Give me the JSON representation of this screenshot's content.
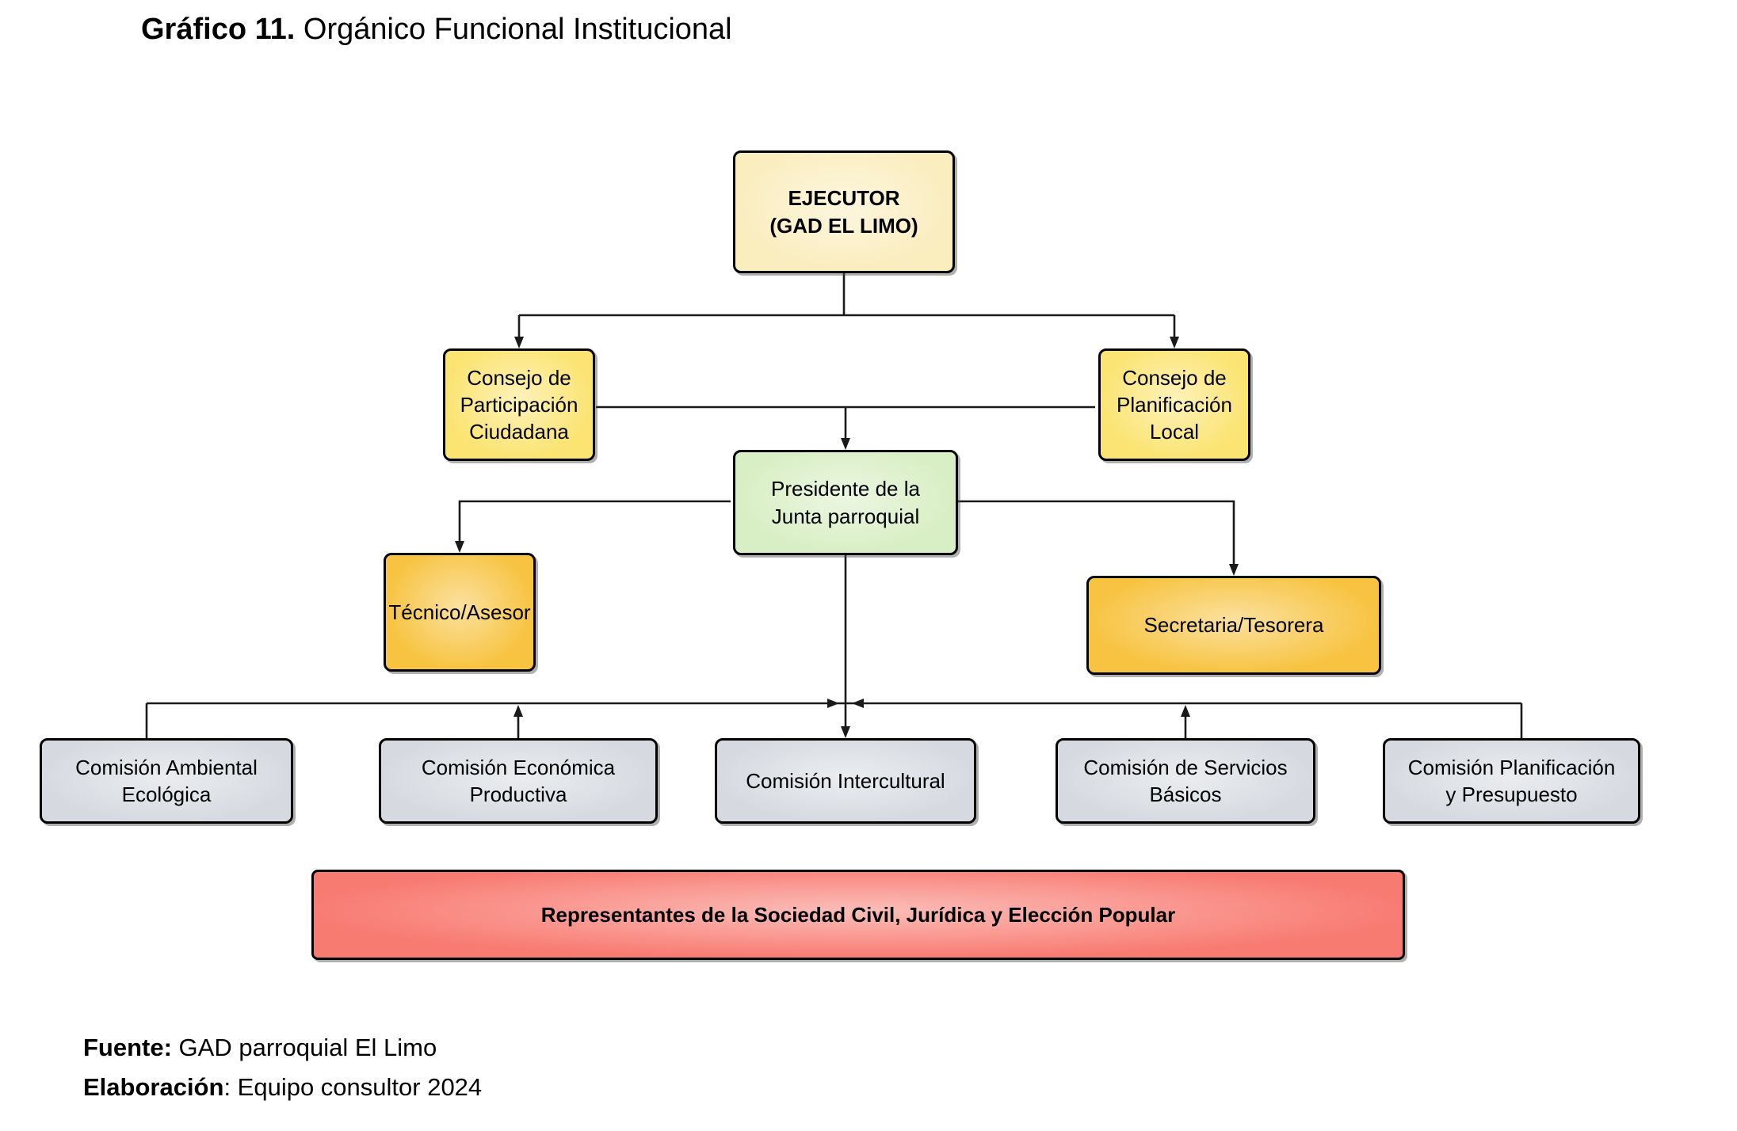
{
  "title": {
    "bold": "Gráfico 11.",
    "rest": " Orgánico Funcional Institucional"
  },
  "chart": {
    "type": "organizational-chart",
    "nodes": {
      "ejecutor": {
        "label": "EJECUTOR\n(GAD EL LIMO)"
      },
      "consejo_participacion": {
        "label": "Consejo de\nParticipación\nCiudadana"
      },
      "consejo_planificacion": {
        "label": "Consejo de\nPlanificación\nLocal"
      },
      "presidente": {
        "label": "Presidente de la\nJunta parroquial"
      },
      "tecnico": {
        "label": "Técnico/Asesor"
      },
      "secretaria": {
        "label": "Secretaria/Tesorera"
      },
      "comision_ambiental": {
        "label": "Comisión Ambiental\nEcológica"
      },
      "comision_economica": {
        "label": "Comisión Económica\nProductiva"
      },
      "comision_intercultural": {
        "label": "Comisión Intercultural"
      },
      "comision_servicios": {
        "label": "Comisión de Servicios\nBásicos"
      },
      "comision_planificacion": {
        "label": "Comisión Planificación\ny Presupuesto"
      },
      "representantes": {
        "label": "Representantes de la Sociedad Civil, Jurídica y Elección Popular"
      }
    },
    "edges": [
      {
        "from": "ejecutor",
        "to": "consejo_participacion"
      },
      {
        "from": "ejecutor",
        "to": "consejo_planificacion"
      },
      {
        "from": "consejo_participacion",
        "to": "consejo_planificacion"
      },
      {
        "from": "consejos_link_midpoint",
        "to": "presidente"
      },
      {
        "from": "presidente",
        "to": "tecnico"
      },
      {
        "from": "presidente",
        "to": "secretaria"
      },
      {
        "from": "presidente",
        "to": "comision_ambiental"
      },
      {
        "from": "presidente",
        "to": "comision_economica"
      },
      {
        "from": "presidente",
        "to": "comision_intercultural"
      },
      {
        "from": "presidente",
        "to": "comision_servicios"
      },
      {
        "from": "presidente",
        "to": "comision_planificacion"
      }
    ],
    "colors": {
      "ejecutor_fill": "#FAEDBE",
      "consejo_fill": "#FBE472",
      "presidente_fill": "#D8EEC4",
      "staff_fill": "#F7C340",
      "comision_fill": "#D6DAE0",
      "representantes_fill": "#F87B72",
      "border": "#000000",
      "connector": "#1A1A1A"
    }
  },
  "footer": {
    "fuente_label": "Fuente:",
    "fuente_value": " GAD parroquial El Limo",
    "elaboracion_label": "Elaboración",
    "elaboracion_value": ": Equipo consultor 2024"
  }
}
